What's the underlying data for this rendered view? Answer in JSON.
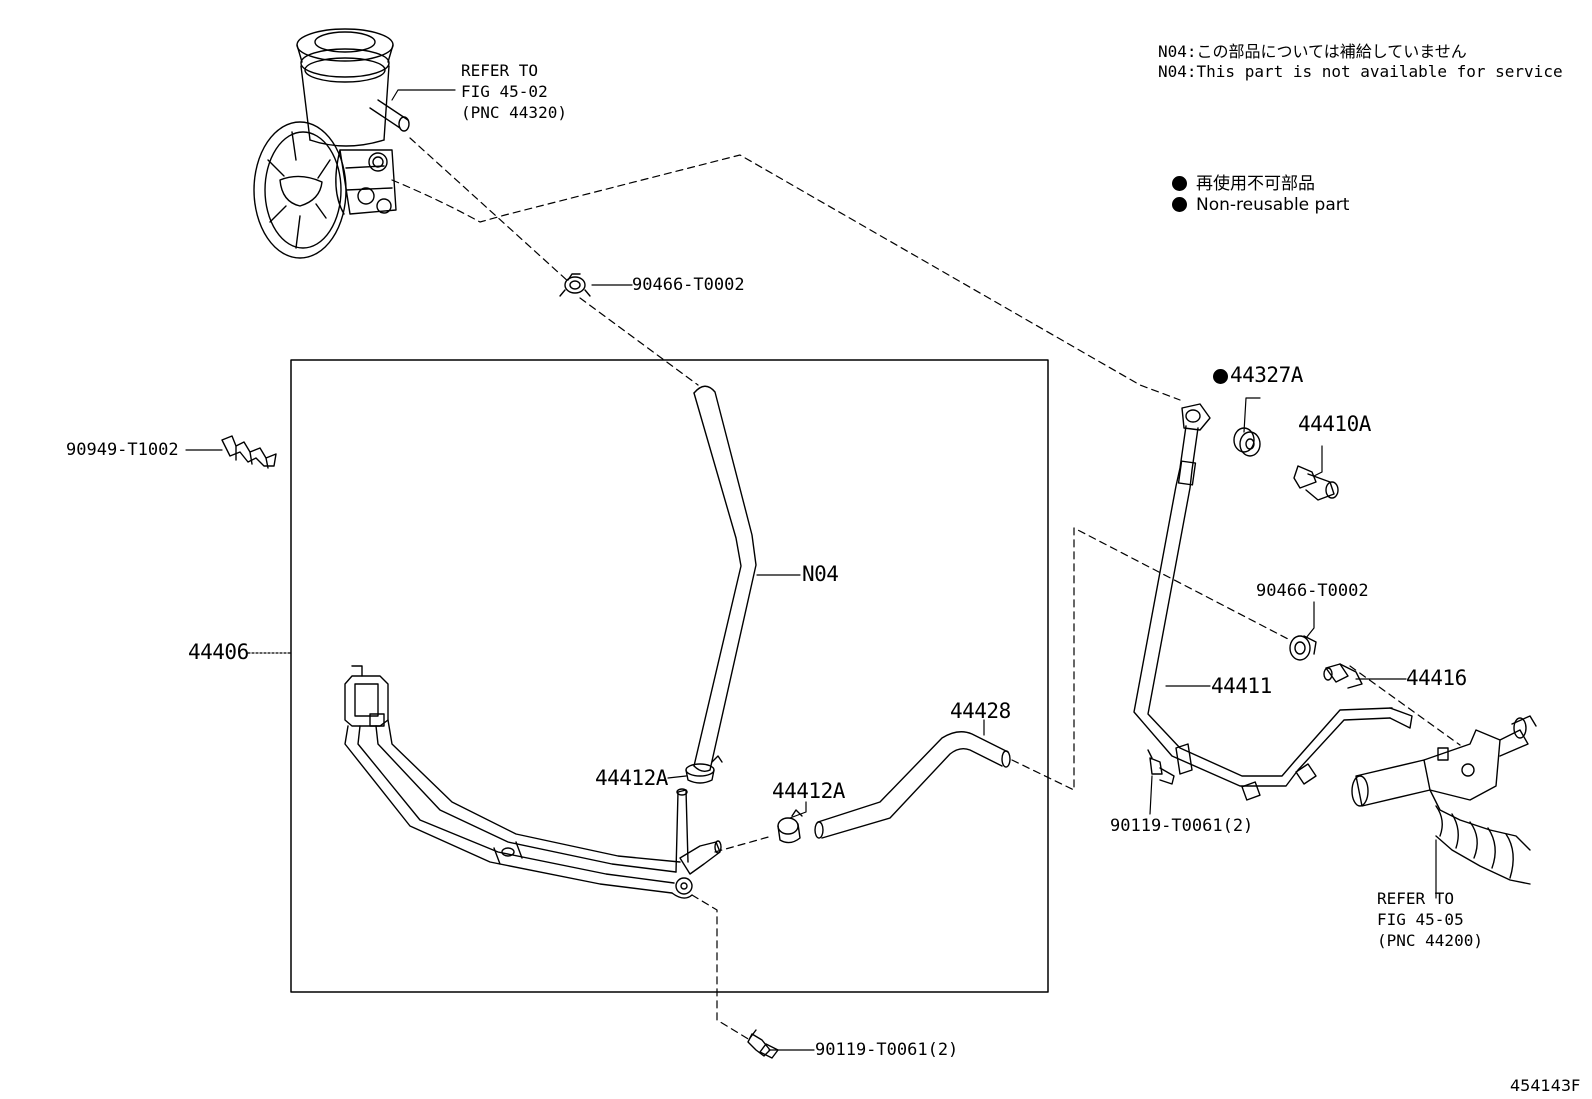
{
  "notes": {
    "n04_jp": "N04:この部品については補給していません",
    "n04_en": "N04:This part is not available for service"
  },
  "legend": {
    "jp": "再使用不可部品",
    "en": "Non-reusable part"
  },
  "refs": {
    "pump": [
      "REFER TO",
      "FIG 45-02",
      "(PNC 44320)"
    ],
    "gear": [
      "REFER TO",
      "FIG 45-05",
      "(PNC 44200)"
    ]
  },
  "parts": {
    "clamp_top": "90466-T0002",
    "clip_left": "90949-T1002",
    "assembly": "44406",
    "hose_n04": "N04",
    "clamp_a1": "44412A",
    "clamp_a2": "44412A",
    "hose_44428": "44428",
    "bolt_bottom": "90119-T0061(2)",
    "gasket": "44327A",
    "union_bolt": "44410A",
    "clamp_right": "90466-T0002",
    "tube_44416": "44416",
    "tube_44411": "44411",
    "bolt_right": "90119-T0061(2)"
  },
  "figure_id": "454143F"
}
